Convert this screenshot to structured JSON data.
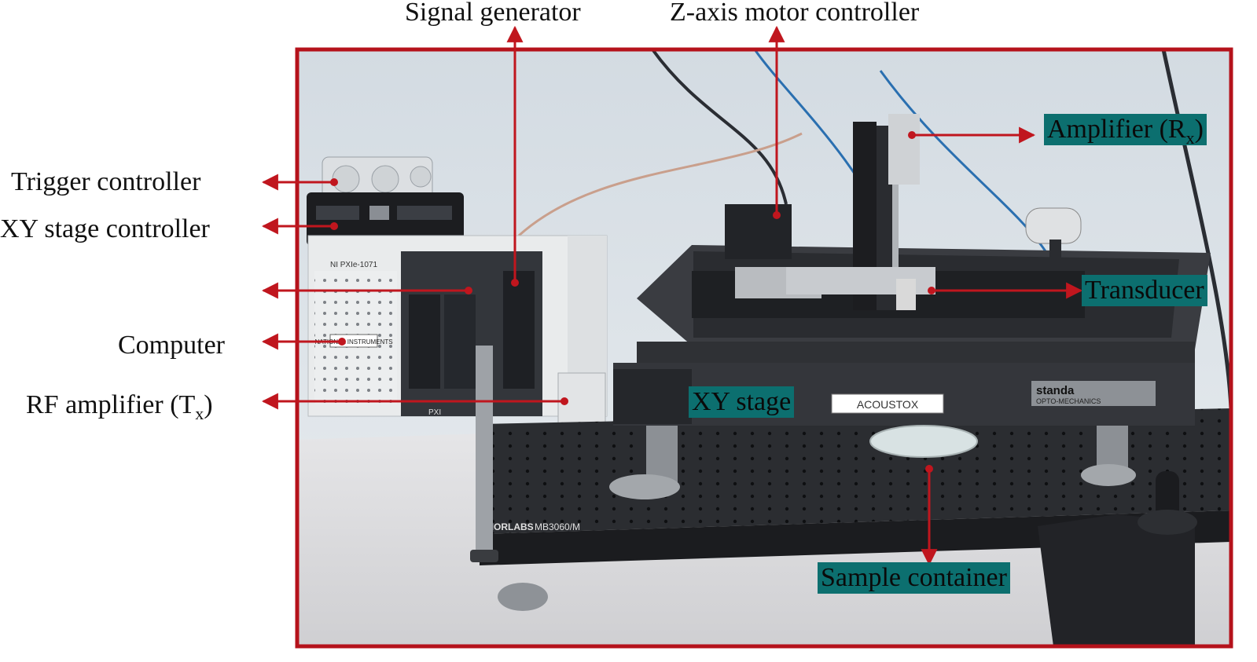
{
  "labels": {
    "signal_generator": "Signal generator",
    "z_axis_motor_controller": "Z-axis motor controller",
    "amplifier_rx_main": "Amplifier (R",
    "amplifier_rx_sub": "x",
    "amplifier_rx_close": ")",
    "trigger_controller": "Trigger controller",
    "xy_stage_controller": "XY stage controller",
    "computer": "Computer",
    "rf_amplifier_tx_main": "RF amplifier (T",
    "rf_amplifier_tx_sub": "x",
    "rf_amplifier_tx_close": ")",
    "transducer": "Transducer",
    "xy_stage": "XY stage",
    "sample_container": "Sample container"
  },
  "photo_text": {
    "acoustox_label": "ACOUSTOX",
    "standa_brand": "standa",
    "opto_mechanics": "OPTO-MECHANICS",
    "thorlabs": "THORLABS",
    "breadboard_model": "MB3060/M",
    "ni_text": "NATIONAL INSTRUMENTS",
    "pxi_text": "PXI",
    "pxie_text": "NI PXIe-1071"
  },
  "colors": {
    "frame_red": "#b5121b",
    "arrow_red": "#c0161e",
    "teal_label_bg": "#0c6f6f",
    "wall": "#dde4ea",
    "table": "#e6e6e8",
    "breadboard": "#2b2d31",
    "stage": "#3a3c41"
  }
}
